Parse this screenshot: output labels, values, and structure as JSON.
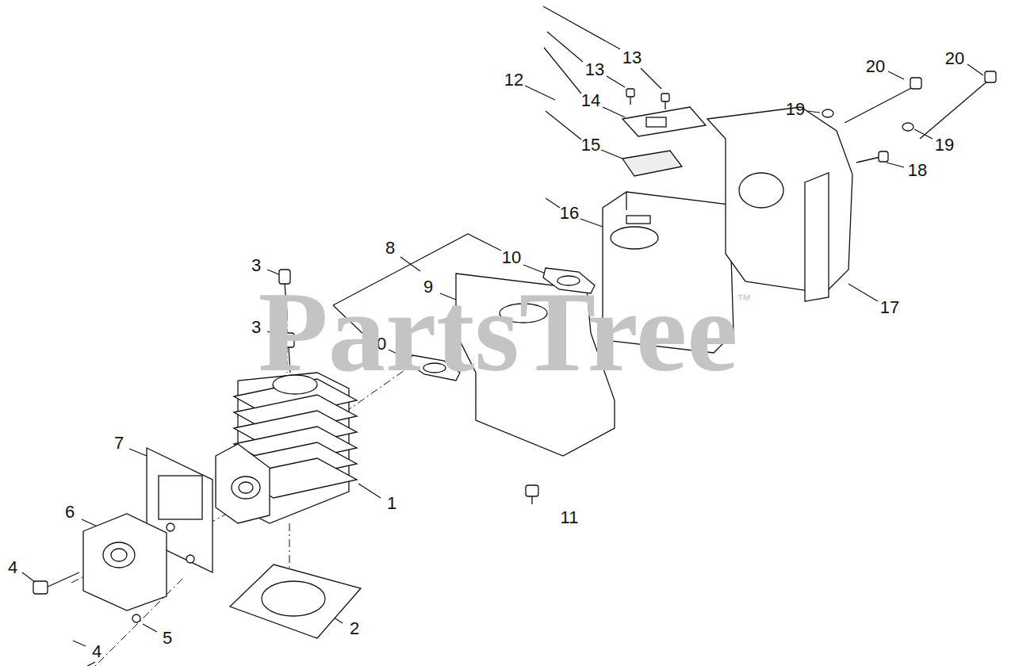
{
  "diagram": {
    "labels": [
      "13",
      "20",
      "20",
      "13",
      "12",
      "14",
      "19",
      "19",
      "15",
      "18",
      "16",
      "8",
      "10",
      "3",
      "9",
      "17",
      "3",
      "10",
      "PartsTree",
      "™",
      "7",
      "1",
      "6",
      "11",
      "4",
      "2",
      "5",
      "4"
    ]
  }
}
